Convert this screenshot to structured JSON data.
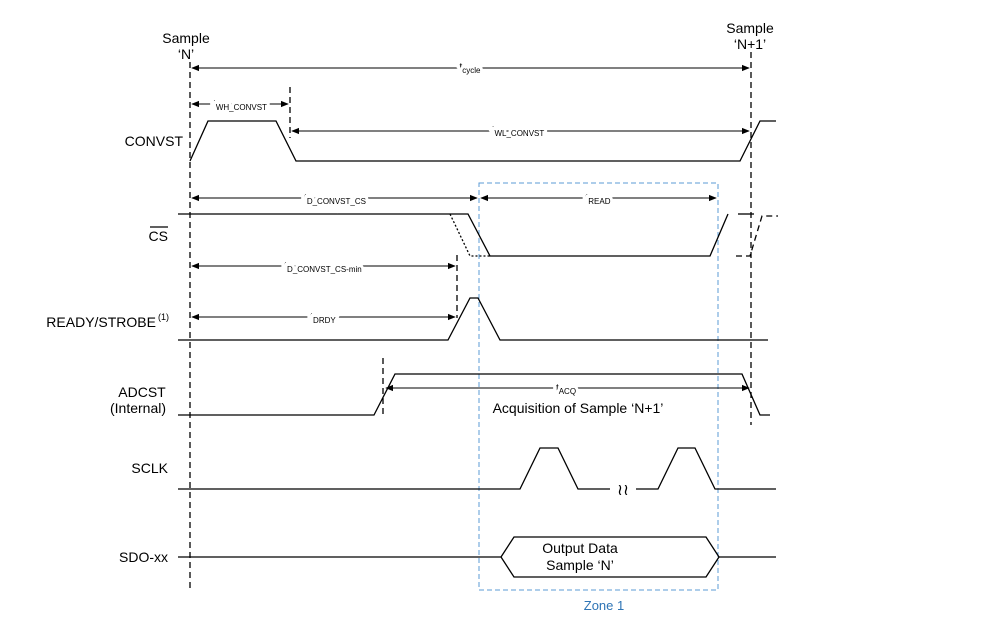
{
  "markers": {
    "sample_n_line1": "Sample",
    "sample_n_line2": "‘N’",
    "sample_n1_line1": "Sample",
    "sample_n1_line2": "‘N+1’"
  },
  "signals": {
    "convst": "CONVST",
    "cs": "CS",
    "ready_strobe": "READY/STROBE",
    "ready_strobe_note": "(1)",
    "adcst_line1": "ADCST",
    "adcst_line2": "(Internal)",
    "sclk": "SCLK",
    "sdo": "SDO-xx"
  },
  "timings": {
    "t_cycle": {
      "t": "t",
      "sub": "cycle"
    },
    "t_wh_convst": {
      "t": "t",
      "sub": "WH_CONVST"
    },
    "t_wl_convst": {
      "t": "t",
      "sub": "WL_CONVST"
    },
    "t_d_convst_cs": {
      "t": "t",
      "sub": "D_CONVST_CS"
    },
    "t_read": {
      "t": "t",
      "sub": "READ"
    },
    "t_d_convst_cs_min": {
      "t": "t",
      "sub": "D_CONVST_CS-min"
    },
    "t_drdy": {
      "t": "t",
      "sub": "DRDY"
    },
    "t_acq": {
      "t": "t",
      "sub": "ACQ"
    }
  },
  "annotations": {
    "acquisition": "Acquisition of Sample ‘N+1’",
    "sdo_data_line1": "Output Data",
    "sdo_data_line2": "Sample ‘N’",
    "sclk_break": "≀≀",
    "zone": "Zone 1"
  },
  "colors": {
    "zone": "#5b9bd5",
    "zone_label": "#2e74b5"
  }
}
